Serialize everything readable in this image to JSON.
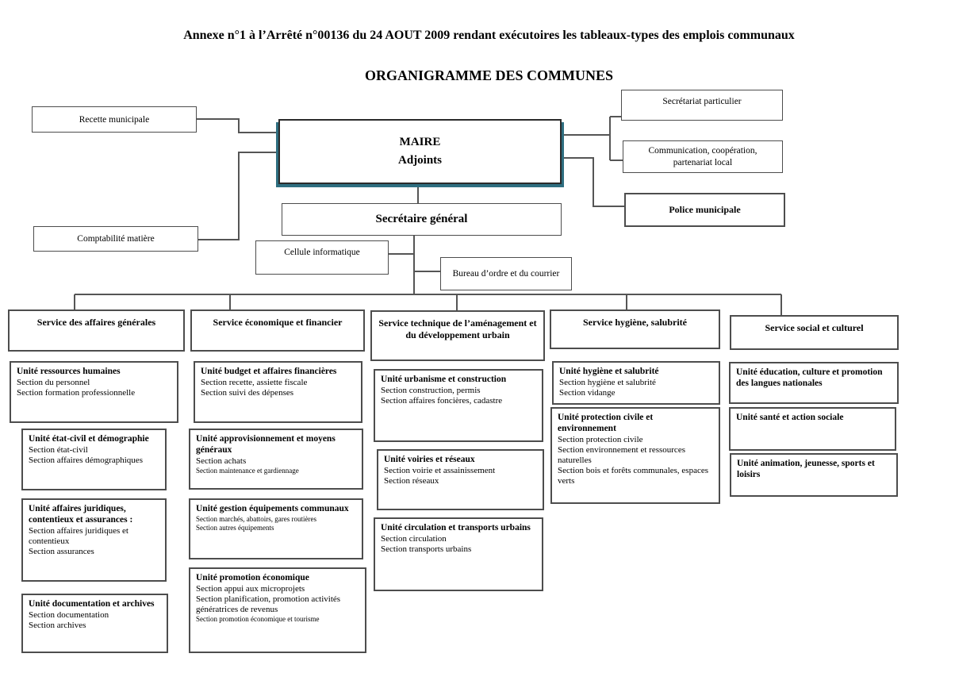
{
  "colors": {
    "maire_shadow_teal": "#2e6e80",
    "line": "#555555",
    "box_border": "#4d4d4d"
  },
  "header": {
    "annex_title": "Annexe n°1 à l’Arrêté n°00136 du 24 AOUT 2009 rendant exécutoires les tableaux-types des emplois communaux",
    "chart_title": "ORGANIGRAMME DES COMMUNES"
  },
  "boxes": {
    "recette": {
      "label": "Recette municipale"
    },
    "comptabilite": {
      "label": "Comptabilité matière"
    },
    "maire": {
      "line1": "MAIRE",
      "line2": "Adjoints"
    },
    "secretariat_particulier": {
      "label": "Secrétariat particulier"
    },
    "communication": {
      "line1": "Communication, coopération,",
      "line2": "partenariat local"
    },
    "police": {
      "label": "Police municipale"
    },
    "secretaire_general": {
      "label": "Secrétaire général"
    },
    "cellule_informatique": {
      "label": "Cellule informatique"
    },
    "bureau_ordre": {
      "label": "Bureau d’ordre et du courrier"
    }
  },
  "services": [
    {
      "label": "Service des affaires générales"
    },
    {
      "label": "Service économique et financier"
    },
    {
      "label": "Service technique de l’aménagement et du développement urbain"
    },
    {
      "label": "Service hygiène, salubrité"
    },
    {
      "label": "Service social et culturel"
    }
  ],
  "units": {
    "affaires_generales": [
      {
        "title": "Unité ressources humaines",
        "sections": [
          "Section du personnel",
          "Section formation professionnelle"
        ]
      },
      {
        "title": "Unité état-civil et démographie",
        "sections": [
          "Section état-civil",
          "Section affaires démographiques"
        ]
      },
      {
        "title": "Unité affaires juridiques, contentieux et assurances :",
        "sections": [
          "Section affaires juridiques et contentieux",
          "Section assurances"
        ]
      },
      {
        "title": "Unité documentation et archives",
        "sections": [
          "Section documentation",
          "Section archives"
        ]
      }
    ],
    "economique_financier": [
      {
        "title": "Unité budget et affaires financières",
        "sections": [
          "Section recette, assiette fiscale",
          "Section suivi des dépenses"
        ]
      },
      {
        "title": "Unité approvisionnement et moyens généraux",
        "sections": [
          "Section achats",
          "Section maintenance et gardiennage"
        ]
      },
      {
        "title": "Unité gestion équipements communaux",
        "sections": [
          "Section marchés, abattoirs, gares routières",
          "Section autres équipements"
        ]
      },
      {
        "title": "Unité promotion économique",
        "sections": [
          "Section appui aux microprojets",
          "Section planification, promotion activités génératrices de revenus",
          "Section promotion économique et tourisme"
        ]
      }
    ],
    "technique": [
      {
        "title": "Unité urbanisme et construction",
        "sections": [
          "Section construction, permis",
          "Section affaires foncières, cadastre"
        ]
      },
      {
        "title": "Unité voiries et réseaux",
        "sections": [
          "Section voirie et assainissement",
          "Section réseaux"
        ]
      },
      {
        "title": "Unité circulation et transports urbains",
        "sections": [
          "Section circulation",
          "Section transports urbains"
        ]
      }
    ],
    "hygiene_salubrite": [
      {
        "title": "Unité hygiène et salubrité",
        "sections": [
          "Section hygiène et salubrité",
          "Section vidange"
        ]
      },
      {
        "title": "Unité protection civile et environnement",
        "sections": [
          "Section protection civile",
          "Section environnement et ressources naturelles",
          "Section bois et forêts communales, espaces verts"
        ]
      }
    ],
    "social_culturel": [
      {
        "title": "Unité éducation, culture et promotion des langues nationales",
        "sections": []
      },
      {
        "title": "Unité santé et action sociale",
        "sections": []
      },
      {
        "title": "Unité animation, jeunesse, sports et loisirs",
        "sections": []
      }
    ]
  }
}
